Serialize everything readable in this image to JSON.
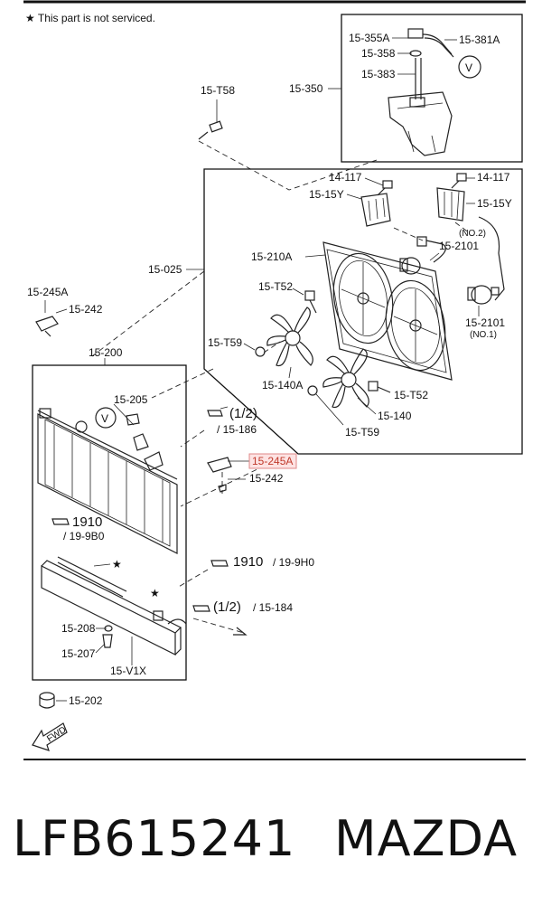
{
  "note": "★ This part is not serviced.",
  "labels": {
    "l15355A": "15-355A",
    "l15381A": "15-381A",
    "l15358": "15-358",
    "l15383": "15-383",
    "l15350": "15-350",
    "l15T58": "15-T58",
    "l14117a": "14-117",
    "l14117b": "14-117",
    "l1515Ya": "15-15Y",
    "l1515Yb": "15-15Y",
    "lNO2": "(NO.2)",
    "l152101a": "15-2101",
    "l152101b": "15-2101",
    "lNO1": "(NO.1)",
    "l15210A": "15-210A",
    "l15025": "15-025",
    "l15245A": "15-245A",
    "l15242": "15-242",
    "l15T52a": "15-T52",
    "l15T52b": "15-T52",
    "l15200": "15-200",
    "l15T59a": "15-T59",
    "l15T59b": "15-T59",
    "l15140A": "15-140A",
    "l15140": "15-140",
    "l15205": "15-205",
    "ref12a": "(1/2)",
    "ref15186": "/ 15-186",
    "l15245Ahl": "15-245A",
    "l15242b": "15-242",
    "ref1910a": "1910",
    "ref199B0": "/ 19-9B0",
    "ref1910b": "1910",
    "ref199H0": "/ 19-9H0",
    "ref12b": "(1/2)",
    "ref15184": "/ 15-184",
    "l15208": "15-208",
    "l15207": "15-207",
    "l15V1X": "15-V1X",
    "l15202": "15-202",
    "fwd": "FWD",
    "valveV1": "V",
    "valveV2": "V",
    "star1": "★",
    "star2": "★"
  },
  "footer": {
    "part_number": "LFB615241",
    "brand": "MAZDA"
  },
  "colors": {
    "highlight_fill": "#fde3e3",
    "highlight_stroke": "#e08a8a",
    "highlight_text": "#c0392b"
  },
  "icons": [
    "pointing-hand-icon",
    "fwd-arrow-icon",
    "star-icon",
    "valve-v-icon"
  ]
}
